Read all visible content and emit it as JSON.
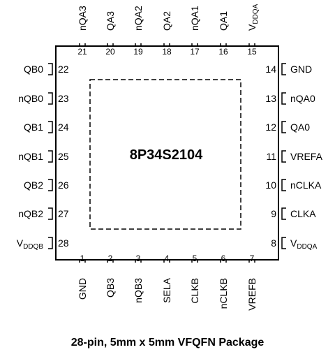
{
  "chip": {
    "name": "8P34S2104"
  },
  "caption": "28-pin, 5mm x 5mm VFQFN Package",
  "pins": {
    "top": [
      {
        "num": "21",
        "label": "nQA3"
      },
      {
        "num": "20",
        "label": "QA3"
      },
      {
        "num": "19",
        "label": "nQA2"
      },
      {
        "num": "18",
        "label": "QA2"
      },
      {
        "num": "17",
        "label": "nQA1"
      },
      {
        "num": "16",
        "label": "QA1"
      },
      {
        "num": "15",
        "label": "V",
        "sub": "DDQA"
      }
    ],
    "left": [
      {
        "num": "22",
        "label": "QB0"
      },
      {
        "num": "23",
        "label": "nQB0"
      },
      {
        "num": "24",
        "label": "QB1"
      },
      {
        "num": "25",
        "label": "nQB1"
      },
      {
        "num": "26",
        "label": "QB2"
      },
      {
        "num": "27",
        "label": "nQB2"
      },
      {
        "num": "28",
        "label": "V",
        "sub": "DDQB"
      }
    ],
    "right": [
      {
        "num": "14",
        "label": "GND"
      },
      {
        "num": "13",
        "label": "nQA0"
      },
      {
        "num": "12",
        "label": "QA0"
      },
      {
        "num": "11",
        "label": "VREFA"
      },
      {
        "num": "10",
        "label": "nCLKA"
      },
      {
        "num": "9",
        "label": "CLKA"
      },
      {
        "num": "8",
        "label": "V",
        "sub": "DDQA"
      }
    ],
    "bottom": [
      {
        "num": "1",
        "label": "GND"
      },
      {
        "num": "2",
        "label": "QB3"
      },
      {
        "num": "3",
        "label": "nQB3"
      },
      {
        "num": "4",
        "label": "SELA"
      },
      {
        "num": "5",
        "label": "CLKB"
      },
      {
        "num": "6",
        "label": "nCLKB"
      },
      {
        "num": "7",
        "label": "VREFB"
      }
    ]
  }
}
